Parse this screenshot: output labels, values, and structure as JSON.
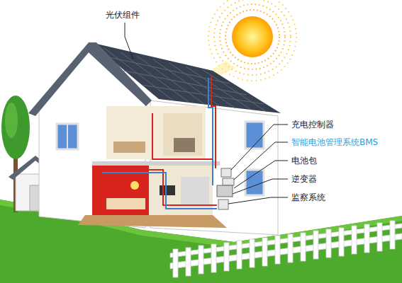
{
  "diagram": {
    "labels": [
      "光伏组件",
      "充电控制器",
      "智能电池管理系统BMS",
      "电池包",
      "逆变器",
      "监察系统"
    ]
  }
}
